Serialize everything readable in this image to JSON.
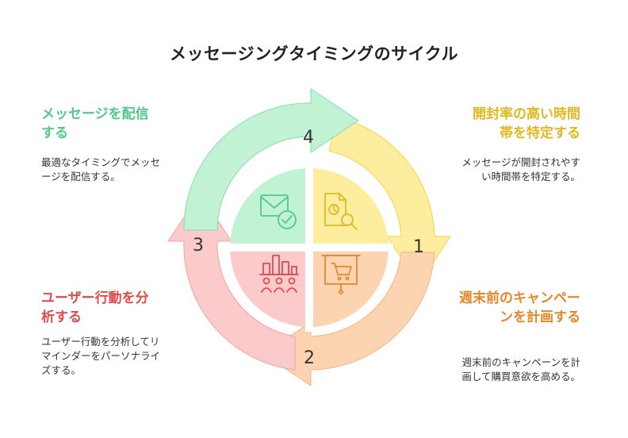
{
  "title": "メッセージングタイミングのサイクル",
  "steps": [
    {
      "number": "1",
      "heading": "開封率の高い時間帯を特定する",
      "description": "メッセージが開封されやすい時間帯を特定する。",
      "color": "#f5d63a"
    },
    {
      "number": "2",
      "heading": "週末前のキャンペーンを計画する",
      "description": "週末前のキャンペーンを計画して購買意欲を高める。",
      "color": "#f9b47a"
    },
    {
      "number": "3",
      "heading": "ユーザー行動を分析する",
      "description": "ユーザー行動を分析してリマインダーをパーソナライズする。",
      "color": "#f5a0a0"
    },
    {
      "number": "4",
      "heading": "メッセージを配信する",
      "description": "最適なタイミングでメッセージを配信する。",
      "color": "#7fe0a6"
    }
  ],
  "icons": {
    "step1": "document-clock-search-icon",
    "step2": "presentation-cart-icon",
    "step3": "bar-chart-people-icon",
    "step4": "envelope-check-icon"
  }
}
